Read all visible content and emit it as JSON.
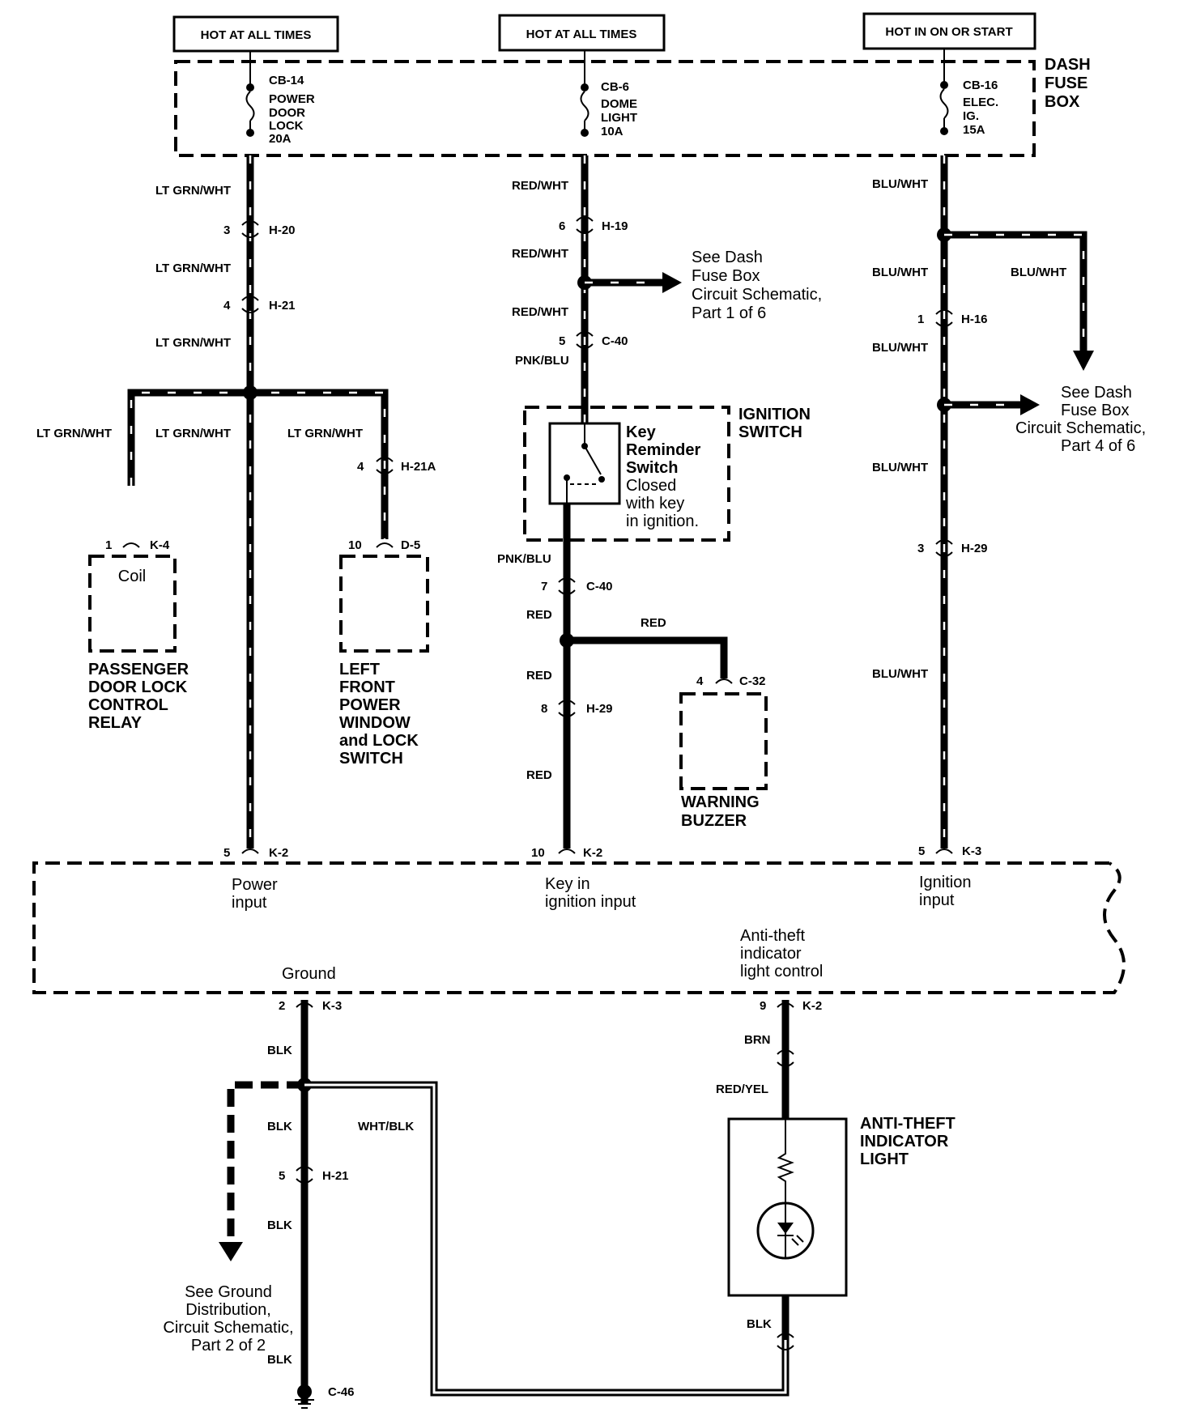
{
  "power_sources": {
    "left": "HOT AT ALL TIMES",
    "middle": "HOT AT ALL TIMES",
    "right": "HOT IN ON OR START"
  },
  "dash_fuse_box": {
    "label_lines": [
      "DASH",
      "FUSE",
      "BOX"
    ]
  },
  "fuses": {
    "left": [
      "CB-14",
      "POWER",
      "DOOR",
      "LOCK",
      "20A"
    ],
    "middle": [
      "CB-6",
      "DOME",
      "LIGHT",
      "10A"
    ],
    "right": [
      "CB-16",
      "ELEC.",
      "IG.",
      "15A"
    ]
  },
  "wire_colors": {
    "lt_grn_wht": "LT GRN/WHT",
    "red_wht": "RED/WHT",
    "pnk_blu": "PNK/BLU",
    "red": "RED",
    "blu_wht": "BLU/WHT",
    "blk": "BLK",
    "wht_blk": "WHT/BLK",
    "brn": "BRN",
    "red_yel": "RED/YEL"
  },
  "connectors": {
    "h20": {
      "pin": "3",
      "id": "H-20"
    },
    "h21_top": {
      "pin": "4",
      "id": "H-21"
    },
    "h21a": {
      "pin": "4",
      "id": "H-21A"
    },
    "k4": {
      "pin": "1",
      "id": "K-4"
    },
    "d5": {
      "pin": "10",
      "id": "D-5"
    },
    "h19": {
      "pin": "6",
      "id": "H-19"
    },
    "c40_top": {
      "pin": "5",
      "id": "C-40"
    },
    "c40_bot": {
      "pin": "7",
      "id": "C-40"
    },
    "c32": {
      "pin": "4",
      "id": "C-32"
    },
    "h29_mid": {
      "pin": "8",
      "id": "H-29"
    },
    "h16": {
      "pin": "1",
      "id": "H-16"
    },
    "h29_right": {
      "pin": "3",
      "id": "H-29"
    },
    "k2_left": {
      "pin": "5",
      "id": "K-2"
    },
    "k2_mid": {
      "pin": "10",
      "id": "K-2"
    },
    "k3_right": {
      "pin": "5",
      "id": "K-3"
    },
    "k3_ground": {
      "pin": "2",
      "id": "K-3"
    },
    "k2_bottom": {
      "pin": "9",
      "id": "K-2"
    },
    "h21_bottom": {
      "pin": "5",
      "id": "H-21"
    },
    "c46": {
      "id": "C-46"
    }
  },
  "components": {
    "coil": "Coil",
    "passenger_relay": [
      "PASSENGER",
      "DOOR LOCK",
      "CONTROL",
      "RELAY"
    ],
    "left_window_switch": [
      "LEFT",
      "FRONT",
      "POWER",
      "WINDOW",
      "and LOCK",
      "SWITCH"
    ],
    "ignition_switch": [
      "IGNITION",
      "SWITCH"
    ],
    "key_reminder_bold": [
      "Key",
      "Reminder",
      "Switch"
    ],
    "key_reminder_note": [
      "Closed",
      "with key",
      "in ignition."
    ],
    "warning_buzzer": [
      "WARNING",
      "BUZZER"
    ],
    "anti_theft_light": [
      "ANTI-THEFT",
      "INDICATOR",
      "LIGHT"
    ]
  },
  "references": {
    "dash_part1": [
      "See Dash",
      "Fuse Box",
      "Circuit Schematic,",
      "Part 1 of 6"
    ],
    "dash_part4": [
      "See Dash",
      "Fuse Box",
      "Circuit Schematic,",
      "Part 4 of 6"
    ],
    "ground_dist": [
      "See Ground",
      "Distribution,",
      "Circuit Schematic,",
      "Part 2 of 2"
    ]
  },
  "control_unit": {
    "power_input": [
      "Power",
      "input"
    ],
    "key_input": [
      "Key in",
      "ignition input"
    ],
    "ignition_input": [
      "Ignition",
      "input"
    ],
    "anti_theft_control": [
      "Anti-theft",
      "indicator",
      "light control"
    ],
    "ground": "Ground"
  }
}
